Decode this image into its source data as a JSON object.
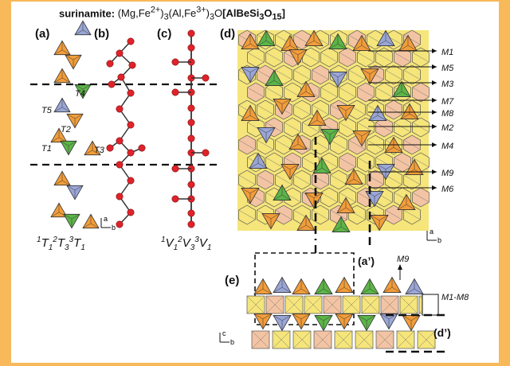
{
  "title": {
    "prefix": "surinamite:",
    "formula_html": "(Mg,Fe<sup>2+</sup>)<sub>3</sub>(Al,Fe<sup>3+</sup>)<sub>3</sub>O<b>[AlBeSi<sub>3</sub>O<sub>15</sub>]</b>"
  },
  "panels": {
    "a": "(a)",
    "b": "(b)",
    "c": "(c)",
    "d": "(d)",
    "e": "(e)"
  },
  "tetra_labels": [
    "T4",
    "T5",
    "T2",
    "T1",
    "T3"
  ],
  "chain_formula_a_html": "<sup>1</sup>T<sub>1</sub><sup>2</sup>T<sub>3</sub><sup>3</sup>T<sub>1</sub>",
  "chain_formula_c_html": "<sup>1</sup>V<sub>1</sub><sup>2</sup>V<sub>3</sub><sup>3</sup>V<sub>1</sub>",
  "m_sites": [
    "M1",
    "M5",
    "M3",
    "M7",
    "M8",
    "M2",
    "M4",
    "M9",
    "M6"
  ],
  "e_labels": {
    "m9": "M9",
    "m1m8": "M1-M8"
  },
  "tags": {
    "a_prime": "(a’)",
    "d_prime": "(d’)"
  },
  "axes": {
    "a": "a",
    "b": "b",
    "c": "c"
  },
  "colors": {
    "green": "#5cb548",
    "blue": "#9aa6d6",
    "orange": "#f29d3a",
    "yellow": "#f5e57a",
    "pink": "#f3c4a3",
    "red": "#e0222a",
    "border": "#f7b95a"
  }
}
